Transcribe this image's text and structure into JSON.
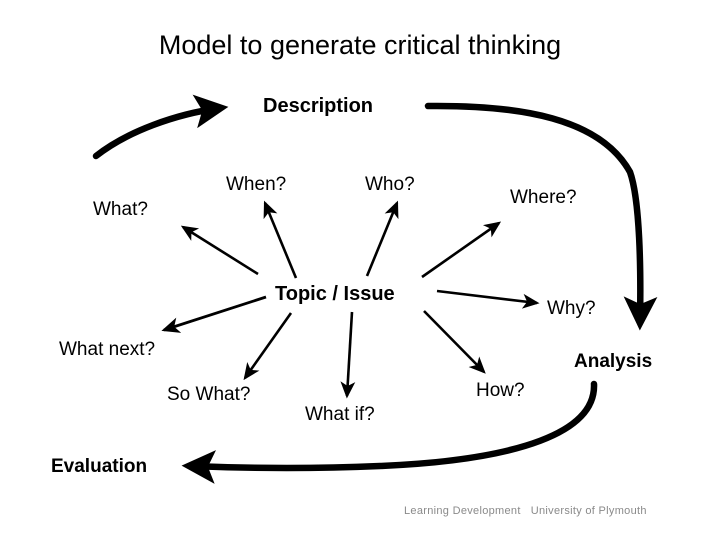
{
  "slide": {
    "title": "Model to generate critical thinking",
    "background_color": "#ffffff",
    "text_color": "#000000"
  },
  "stages": {
    "description": "Description",
    "analysis": "Analysis",
    "evaluation": "Evaluation"
  },
  "center": {
    "label": "Topic / Issue"
  },
  "questions": [
    {
      "id": "what",
      "label": "What?"
    },
    {
      "id": "when",
      "label": "When?"
    },
    {
      "id": "who",
      "label": "Who?"
    },
    {
      "id": "where",
      "label": "Where?"
    },
    {
      "id": "why",
      "label": "Why?"
    },
    {
      "id": "what-next",
      "label": "What next?"
    },
    {
      "id": "so-what",
      "label": "So What?"
    },
    {
      "id": "what-if",
      "label": "What if?"
    },
    {
      "id": "how",
      "label": "How?"
    }
  ],
  "footer": {
    "text": "Learning Development   University of Plymouth",
    "color": "#8a8a8a"
  },
  "chart_data": {
    "type": "diagram",
    "title": "Model to generate critical thinking",
    "center_node": "Topic / Issue",
    "spokes": [
      {
        "label": "What?",
        "direction": "upper-left"
      },
      {
        "label": "When?",
        "direction": "up-left"
      },
      {
        "label": "Who?",
        "direction": "up-right"
      },
      {
        "label": "Where?",
        "direction": "upper-right"
      },
      {
        "label": "Why?",
        "direction": "right"
      },
      {
        "label": "What next?",
        "direction": "lower-left"
      },
      {
        "label": "So What?",
        "direction": "down-left"
      },
      {
        "label": "What if?",
        "direction": "down"
      },
      {
        "label": "How?",
        "direction": "down-right"
      }
    ],
    "flow": [
      "Description",
      "Analysis",
      "Evaluation"
    ]
  }
}
